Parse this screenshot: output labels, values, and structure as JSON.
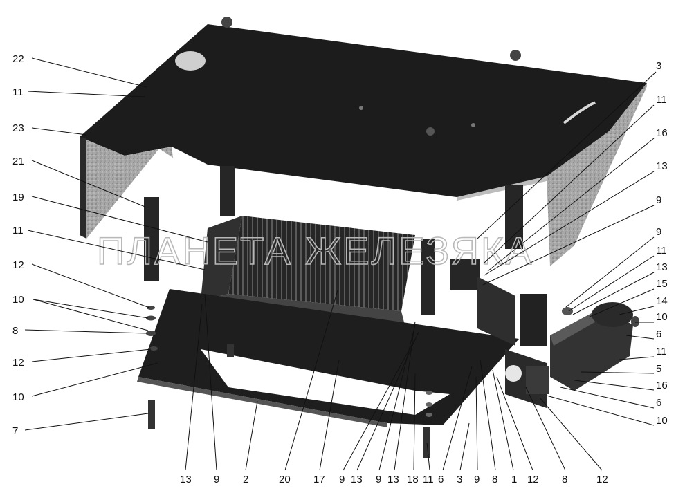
{
  "watermark": "ПЛАНЕТА ЖЕЛЕЗЯКА",
  "colors": {
    "dark": "#1c1c1c",
    "mid": "#3a3a3a",
    "speckle": "#9a9a9a",
    "leader": "#111111"
  },
  "callouts": {
    "left": [
      "22",
      "11",
      "23",
      "21",
      "19",
      "11",
      "12",
      "10",
      "8",
      "12",
      "10",
      "7"
    ],
    "right": [
      "3",
      "11",
      "16",
      "13",
      "9",
      "9",
      "11",
      "13",
      "15",
      "14",
      "10",
      "6",
      "11",
      "5",
      "16",
      "6",
      "10"
    ],
    "bottom": [
      "13",
      "9",
      "2",
      "20",
      "17",
      "9",
      "13",
      "9",
      "13",
      "18",
      "11",
      "6",
      "3",
      "9",
      "8",
      "1",
      "12",
      "8",
      "12"
    ]
  }
}
